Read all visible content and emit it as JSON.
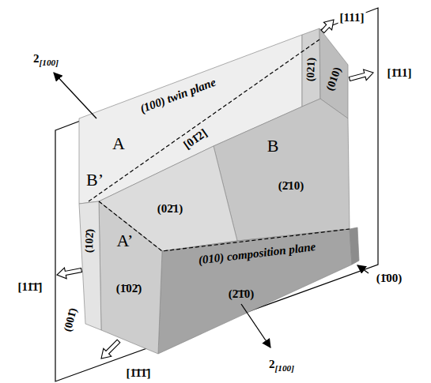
{
  "diagram": {
    "labels": [
      "2[100]",
      "A",
      "(100) twin plane",
      "[111]",
      "(021)",
      "(010)",
      "[1̄11]",
      "[01̄2]",
      "B",
      "(02̄1)",
      "(2̄10)",
      "B’",
      "(102̄)",
      "A’",
      "(010) composition plane",
      "(1̄00)",
      "[11̄1̄]",
      "(1̄02̄)",
      "(2̄1̄0)",
      "(001̄)",
      "2[100]",
      "[1̄1̄1̄]"
    ]
  }
}
